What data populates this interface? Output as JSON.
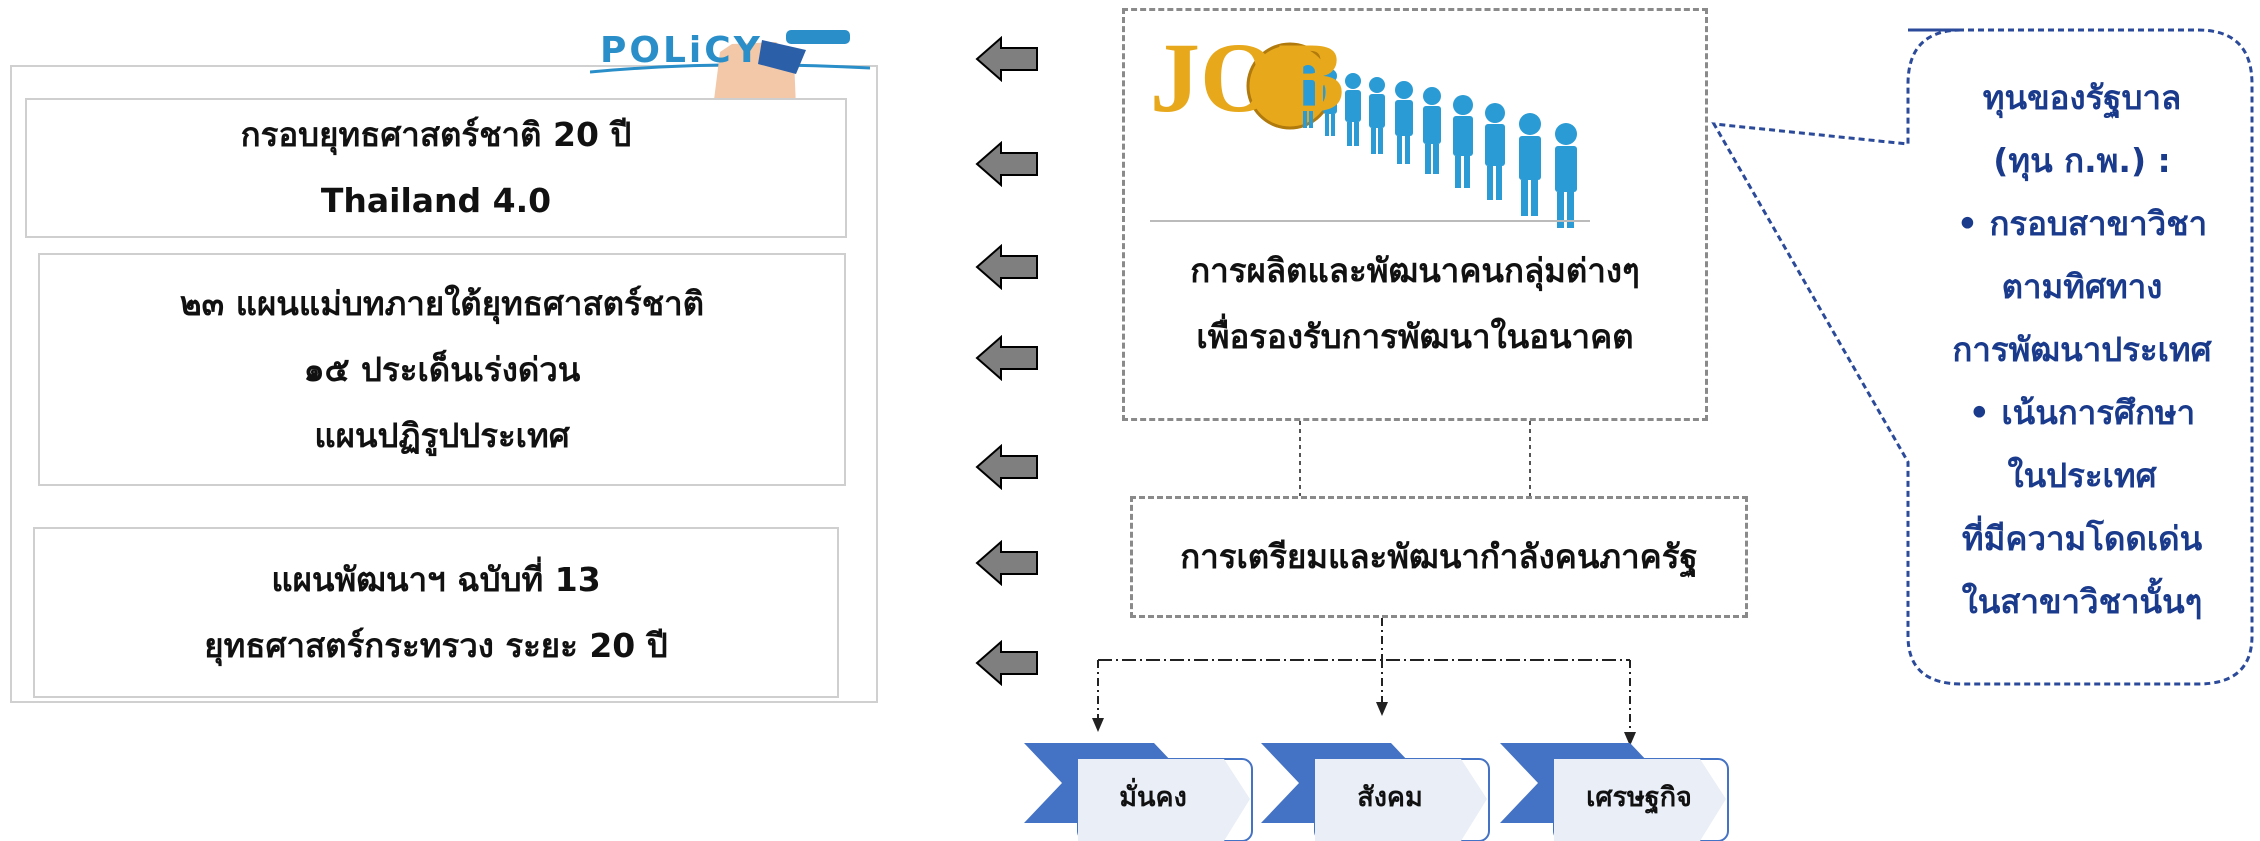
{
  "policy": {
    "logo_text": "POLiCY",
    "box1": {
      "line1": "กรอบยุทธศาสตร์ชาติ 20 ปี",
      "line2": "Thailand 4.0"
    },
    "box2": {
      "line1": "๒๓ แผนแม่บทภายใต้ยุทธศาสตร์ชาติ",
      "line2": "๑๕ ประเด็นเร่งด่วน",
      "line3": "แผนปฏิรูปประเทศ"
    },
    "box3": {
      "line1": "แผนพัฒนาฯ ฉบับที่ 13",
      "line2": "ยุทธศาสตร์กระทรวง ระยะ 20 ปี"
    }
  },
  "job": {
    "image_text": "JOB",
    "line1": "การผลิตและพัฒนาคนกลุ่มต่างๆ",
    "line2": "เพื่อรองรับการพัฒนาในอนาคต"
  },
  "workforce": {
    "label": "การเตรียมและพัฒนากำลังคนภาครัฐ"
  },
  "outcomes": [
    {
      "label": "มั่นคง"
    },
    {
      "label": "สังคม"
    },
    {
      "label": "เศรษฐกิจ"
    }
  ],
  "callout": {
    "title1": "ทุนของรัฐบาล",
    "title2": "(ทุน ก.พ.) :",
    "bullet1_line1": "• กรอบสาขาวิชา",
    "bullet1_line2": "ตามทิศทาง",
    "bullet1_line3": "การพัฒนาประเทศ",
    "bullet2_line1": "• เน้นการศึกษา",
    "bullet2_line2": "ในประเทศ",
    "bullet2_line3": "ที่มีความโดดเด่น",
    "bullet2_line4": "ในสาขาวิชานั้นๆ"
  },
  "colors": {
    "callout_text": "#1a3a8c",
    "callout_border": "#2b4a9a",
    "arrow_fill": "#7f7f7f",
    "chevron_blue": "#4472c4",
    "job_yellow": "#e8a81c",
    "figure_blue": "#2a9bd4"
  },
  "icons": {
    "arrow": "left-arrow-icon",
    "policy_hand": "hand-with-marker-icon"
  }
}
